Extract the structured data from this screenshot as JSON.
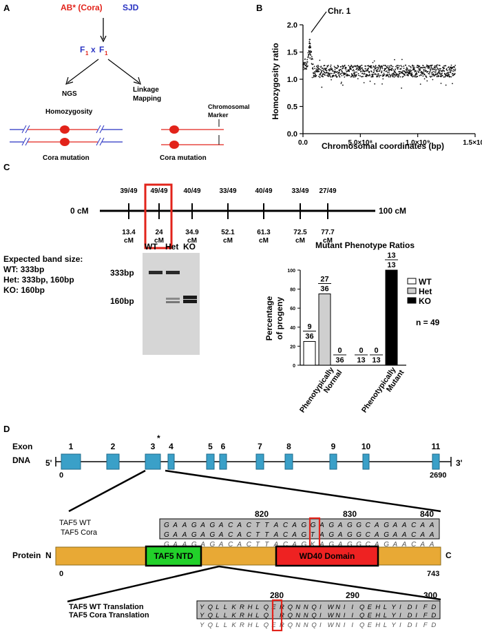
{
  "panelA": {
    "label": "A",
    "parent1": "AB* (Cora)",
    "parent2": "SJD",
    "f_base": "F",
    "f_sub": "1",
    "cross_x": "x",
    "ngs": "NGS",
    "linkage1": "Linkage",
    "linkage2": "Mapping",
    "homozygosity": "Homozygosity",
    "chrom_marker1": "Chromosomal",
    "chrom_marker2": "Marker",
    "cora_mutation_left": "Cora mutation",
    "cora_mutation_right": "Cora mutation",
    "colors": {
      "red": "#e2231a",
      "blue": "#2832c2"
    }
  },
  "panelB": {
    "label": "B",
    "annotation": "Chr. 1",
    "ylabel": "Homozygosity ratio",
    "xlabel": "Chromosomal coordinates (bp)",
    "yticks": [
      "0.0",
      "0.5",
      "1.0",
      "1.5",
      "2.0"
    ],
    "xticks": [
      "0.0",
      "5.0×10⁸",
      "1.0×10⁹",
      "1.5×10⁹"
    ]
  },
  "chart_data": [
    {
      "type": "scatter",
      "title": "",
      "xlabel": "Chromosomal coordinates (bp)",
      "ylabel": "Homozygosity ratio",
      "xlim": [
        0,
        1500000000
      ],
      "ylim": [
        0,
        2.0
      ],
      "x_ticks": [
        0,
        500000000,
        1000000000,
        1500000000
      ],
      "y_ticks": [
        0.0,
        0.5,
        1.0,
        1.5,
        2.0
      ],
      "baseline_ratio": 1.15,
      "peak": {
        "x": 60000000,
        "y": 1.75,
        "label": "Chr. 1"
      },
      "x_extent": [
        0,
        1330000000
      ]
    },
    {
      "type": "bar",
      "title": "Mutant Phenotype Ratios",
      "ylabel": "Percentage of progeny",
      "ylim": [
        0,
        100
      ],
      "y_ticks": [
        0,
        20,
        40,
        60,
        80,
        100
      ],
      "categories": [
        "Phenotypically Normal",
        "Phenotypically Mutant"
      ],
      "series": [
        {
          "name": "WT",
          "values": [
            25,
            0
          ],
          "fractions": [
            "9/36",
            "0/13"
          ],
          "color": "#ffffff"
        },
        {
          "name": "Het",
          "values": [
            75,
            0
          ],
          "fractions": [
            "27/36",
            "0/13"
          ],
          "color": "#cfcfcf"
        },
        {
          "name": "KO",
          "values": [
            0,
            100
          ],
          "fractions": [
            "0/36",
            "13/13"
          ],
          "color": "#000000"
        }
      ],
      "n_label": "n = 49"
    }
  ],
  "panelC": {
    "label": "C",
    "left_end": "0 cM",
    "right_end": "100 cM",
    "markers": [
      {
        "ratio": "39/49",
        "pos": "13.4",
        "unit": "cM"
      },
      {
        "ratio": "49/49",
        "pos": "24",
        "unit": "cM"
      },
      {
        "ratio": "40/49",
        "pos": "34.9",
        "unit": "cM"
      },
      {
        "ratio": "33/49",
        "pos": "52.1",
        "unit": "cM"
      },
      {
        "ratio": "40/49",
        "pos": "61.3",
        "unit": "cM"
      },
      {
        "ratio": "33/49",
        "pos": "72.5",
        "unit": "cM"
      },
      {
        "ratio": "27/49",
        "pos": "77.7",
        "unit": "cM"
      }
    ],
    "expected_title": "Expected band size:",
    "expected_wt": "WT: 333bp",
    "expected_het": "Het: 333bp, 160bp",
    "expected_ko": "KO: 160bp",
    "gel_lanes": [
      "WT",
      "Het",
      "KO"
    ],
    "gel_band_large": "333bp",
    "gel_band_small": "160bp",
    "chart_title": "Mutant Phenotype Ratios",
    "ylabel1": "Percentage",
    "ylabel2": "of progeny",
    "bar_labels": {
      "n_wt": "9",
      "d_wt": "36",
      "n_het": "27",
      "d_het": "36",
      "n_ko": "0",
      "d_ko": "36",
      "n_wt2": "0",
      "d_wt2": "13",
      "n_het2": "0",
      "d_het2": "13",
      "n_ko2": "13",
      "d_ko2": "13"
    },
    "yticks": [
      "0",
      "20",
      "40",
      "60",
      "80",
      "100"
    ],
    "cat1a": "Phenotypically",
    "cat1b": "Normal",
    "cat2a": "Phenotypically",
    "cat2b": "Mutant",
    "legend": [
      "WT",
      "Het",
      "KO"
    ],
    "n_label": "n = 49"
  },
  "panelD": {
    "label": "D",
    "exon_label": "Exon",
    "dna_label": "DNA",
    "five_prime": "5'",
    "three_prime": "3'",
    "dna_start": "0",
    "dna_end": "2690",
    "exon_numbers": [
      "1",
      "2",
      "3",
      "4",
      "5",
      "6",
      "7",
      "8",
      "9",
      "10",
      "11"
    ],
    "asterisk": "*",
    "seq_positions": [
      "820",
      "830",
      "840"
    ],
    "taf5_wt": "TAF5 WT",
    "taf5_cora": "TAF5 Cora",
    "seq_wt": "GAAGAGACACTTACAGGAGAGGCAGAACAA",
    "seq_cora": "GAAGAGACACTTACAGTAGAGGCAGAACAA",
    "seq_consensus": "GAAGAGACACTTACAGKAGAGGCAGAACAA",
    "protein_label": "Protein",
    "n_term": "N",
    "c_term": "C",
    "prot_start": "0",
    "prot_end": "743",
    "ntd_label": "TAF5 NTD",
    "wd40_label": "WD40 Domain",
    "aa_positions": [
      "280",
      "290",
      "300"
    ],
    "trans_wt": "TAF5 WT Translation",
    "trans_cora": "TAF5 Cora Translation",
    "aa_wt": "YQLLKRHLQERQNNQIWNIIQEHLYIDIFD",
    "aa_cora": "YQLLKRHLQ-RQNNQIWNIIQEHLYIDIFD",
    "aa_consensus": "YQLLKRHLQERQNNQIWNIIQEHLYIDIFD",
    "colors": {
      "exon": "#3aa0c8",
      "protein": "#e8a935",
      "ntd": "#22d12a",
      "wd40": "#ee2222"
    }
  }
}
